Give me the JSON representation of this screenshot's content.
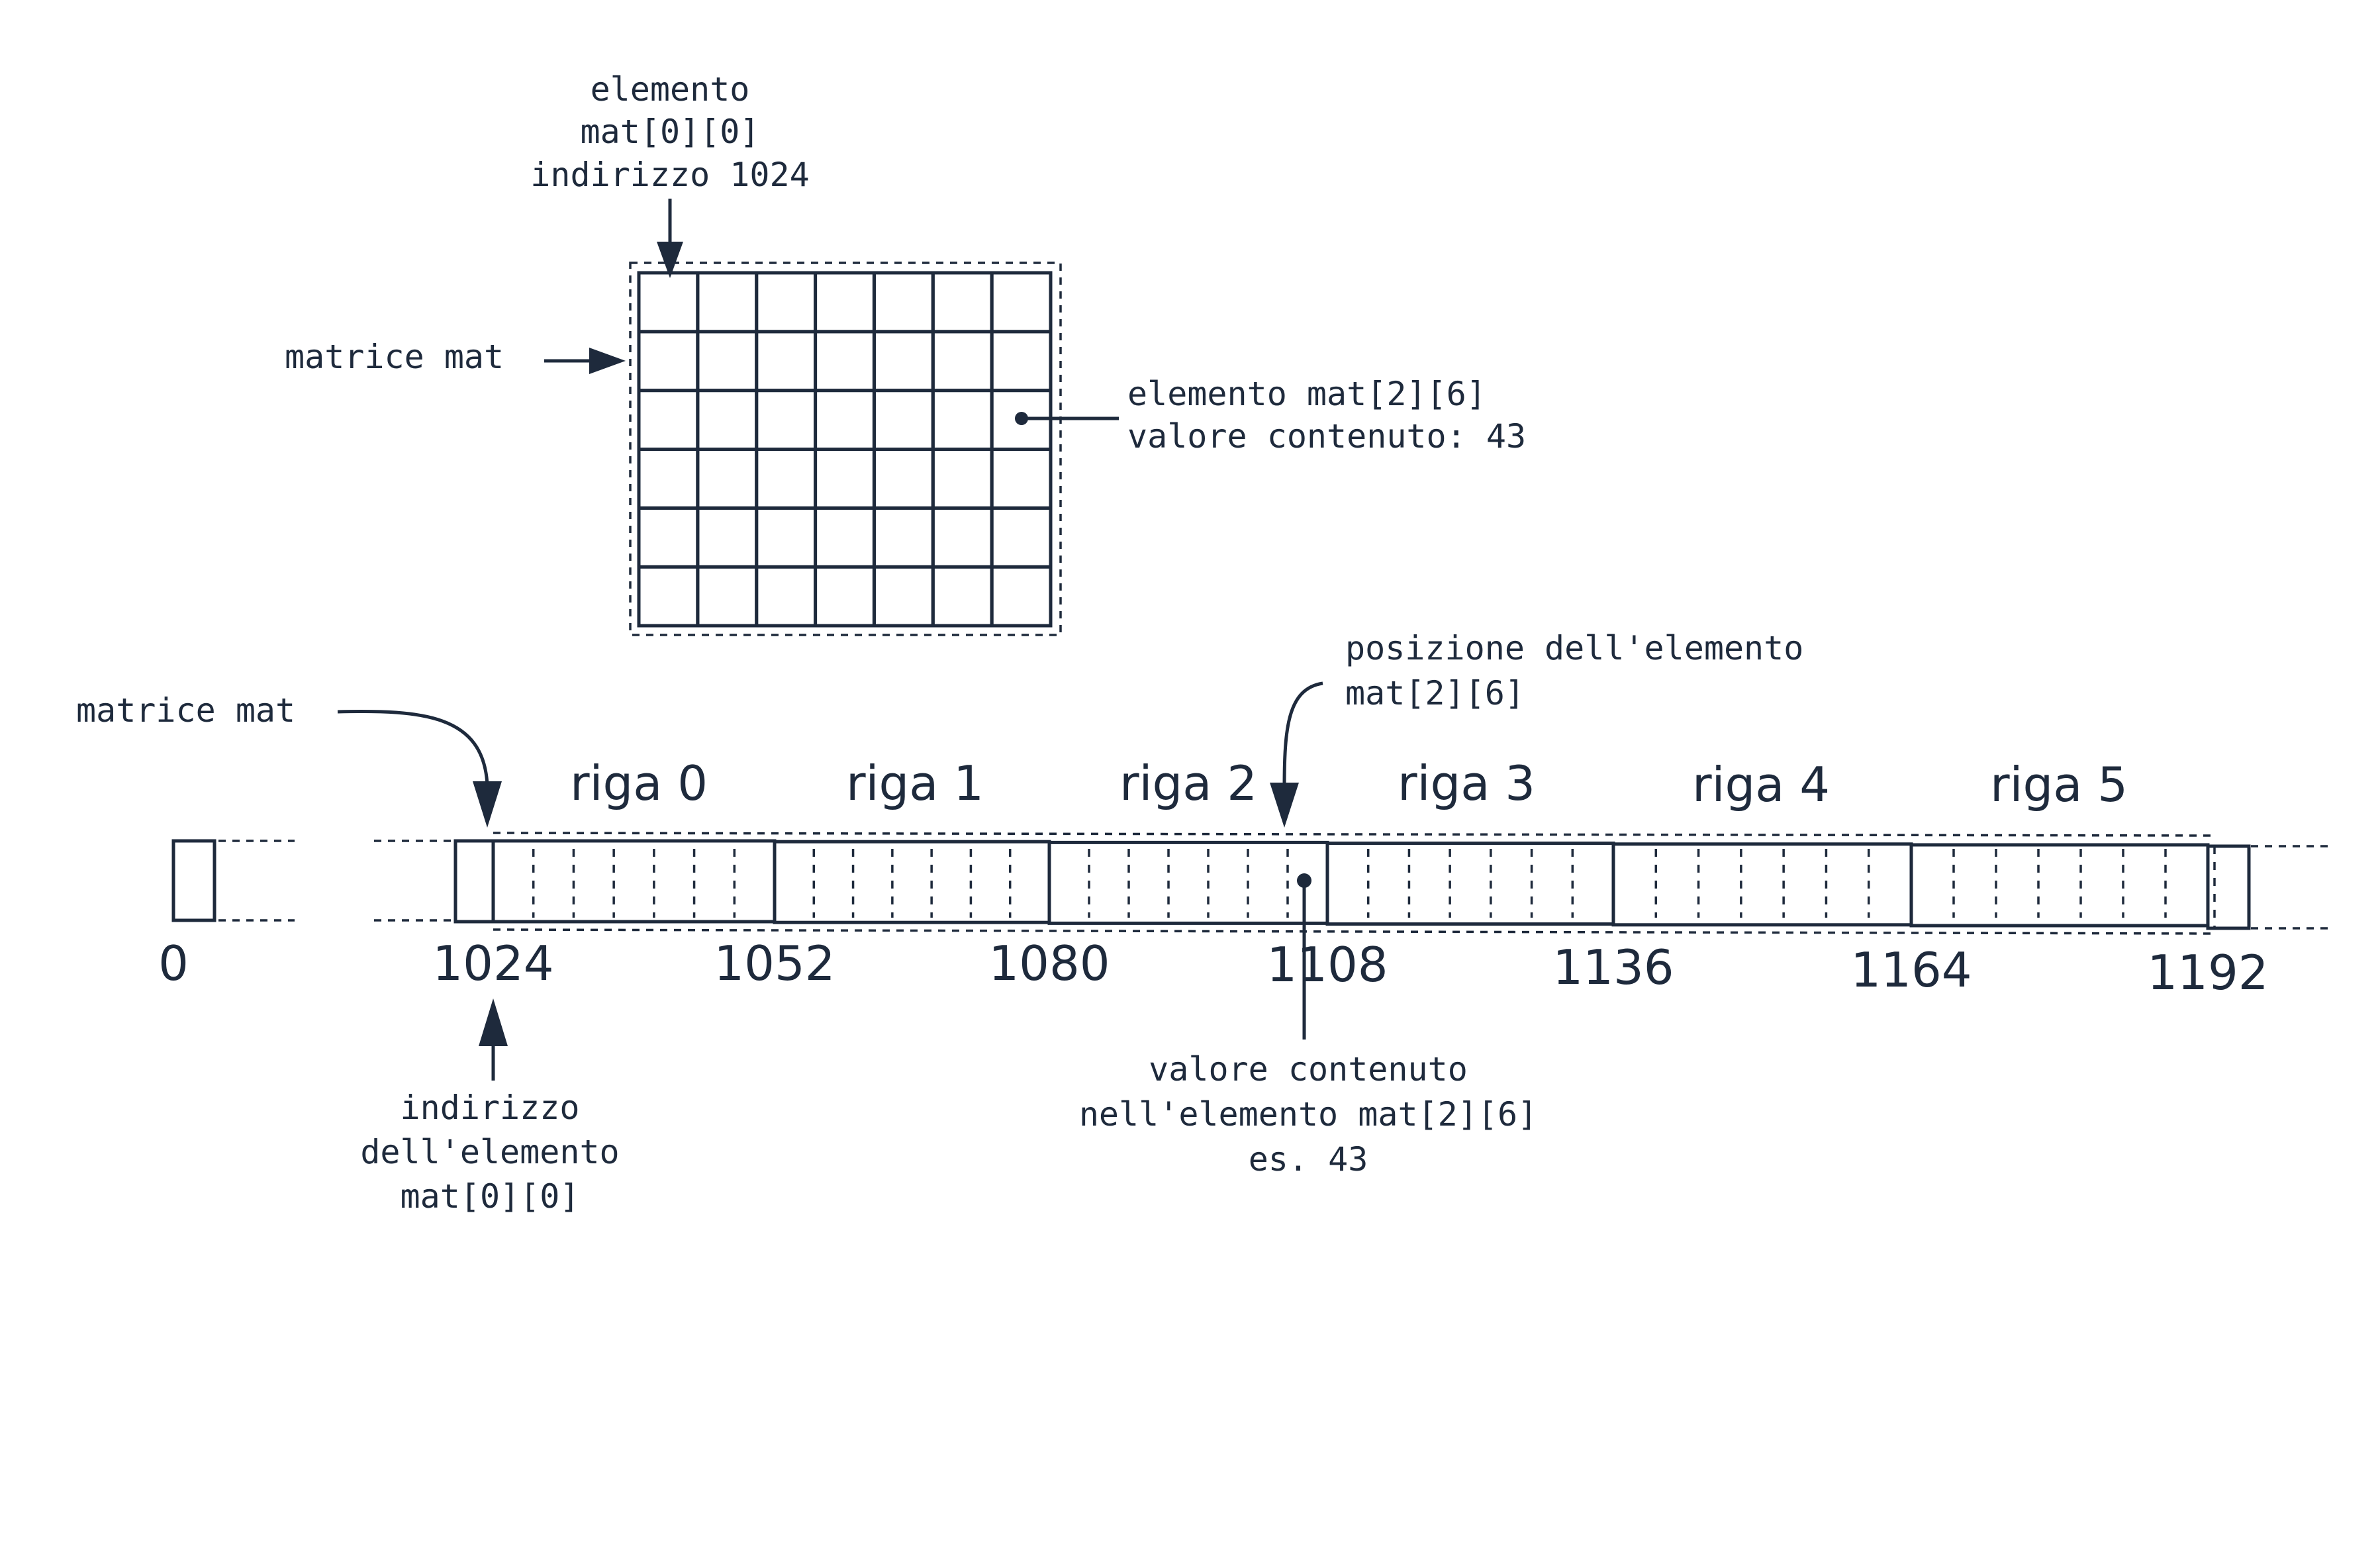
{
  "matrix_view": {
    "top_label_lines": [
      "elemento",
      "mat[0][0]",
      "indirizzo 1024"
    ],
    "left_label": "matrice mat",
    "element_label_lines": [
      "elemento mat[2][6]",
      "valore contenuto: 43"
    ],
    "rows": 6,
    "cols": 7,
    "highlight_row": 2,
    "highlight_col": 6
  },
  "memory_view": {
    "left_label": "matrice mat",
    "position_label_lines": [
      "posizione dell'elemento",
      "mat[2][6]"
    ],
    "row_labels": [
      "riga 0",
      "riga 1",
      "riga 2",
      "riga 3",
      "riga 4",
      "riga 5"
    ],
    "addresses": [
      "0",
      "1024",
      "1052",
      "1080",
      "1108",
      "1136",
      "1164",
      "1192"
    ],
    "base_address_label_lines": [
      "indirizzo",
      "dell'elemento",
      "mat[0][0]"
    ],
    "value_label_lines": [
      "valore contenuto",
      "nell'elemento mat[2][6]",
      "es. 43"
    ],
    "cells_per_row": 7,
    "bytes_per_cell": 4
  }
}
